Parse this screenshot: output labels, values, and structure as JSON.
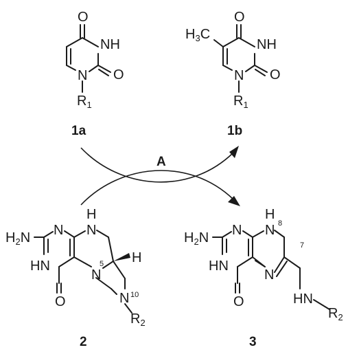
{
  "compounds": {
    "c1a": {
      "id": "1a",
      "carbonyl_top": "O",
      "nh": "NH",
      "carbonyl_right": "O",
      "n1": "N",
      "r_letter": "R",
      "r_sub": "1"
    },
    "c1b": {
      "id": "1b",
      "methyl_h": "H",
      "methyl_count": "3",
      "methyl_c": "C",
      "carbonyl_top": "O",
      "nh": "NH",
      "carbonyl_right": "O",
      "n1": "N",
      "r_letter": "R",
      "r_sub": "1"
    },
    "c2": {
      "id": "2",
      "amine_h": "H",
      "amine_count": "2",
      "amine_n": "N",
      "ring_n_top": "N",
      "nh_top_h": "H",
      "nh_top_n": "N",
      "hn_left": "HN",
      "carbonyl": "O",
      "n5": "N",
      "n5_label": "5",
      "stereo_h": "H",
      "n10": "N",
      "n10_label": "10",
      "r_letter": "R",
      "r_sub": "2"
    },
    "c3": {
      "id": "3",
      "amine_h": "H",
      "amine_count": "2",
      "amine_n": "N",
      "ring_n_top": "N",
      "nh_top_h": "H",
      "nh_top_n": "N",
      "n8_label": "8",
      "c7_label": "7",
      "hn_left": "HN",
      "carbonyl": "O",
      "n5": "N",
      "side_hn": "HN",
      "r_letter": "R",
      "r_sub": "2"
    }
  },
  "reaction": {
    "label": "A"
  }
}
